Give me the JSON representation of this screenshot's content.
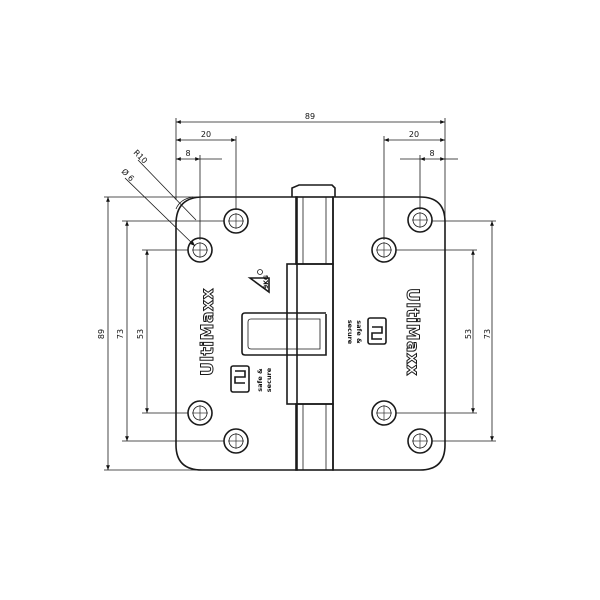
{
  "dimensions": {
    "overall_width": "89",
    "left_hole_offset": "20",
    "left_edge_offset": "8",
    "right_hole_offset": "20",
    "right_edge_offset": "8",
    "corner_radius": "R10",
    "hole_diameter": "Ø 6",
    "overall_height": "89",
    "left_outer_spacing": "73",
    "left_inner_spacing": "53",
    "right_inner_spacing": "53",
    "right_outer_spacing": "73"
  },
  "leaf_left": {
    "brand": "UltiMaxx",
    "line1": "safe &",
    "line2": "secure",
    "badge": "9KG"
  },
  "leaf_right": {
    "brand": "UltiMaxx",
    "line1": "safe &",
    "line2": "secure"
  },
  "colors": {
    "line": "#1a1a1a",
    "background": "#ffffff"
  }
}
